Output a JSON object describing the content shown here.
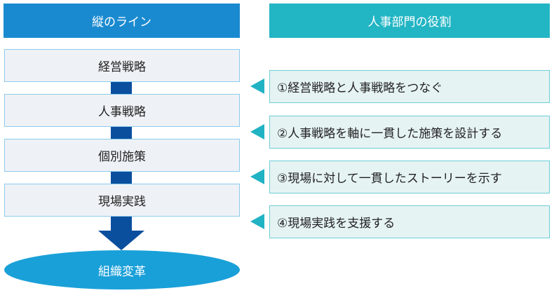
{
  "headers": {
    "left": "縦のライン",
    "right": "人事部門の役割"
  },
  "vertical_line": [
    "経営戦略",
    "人事戦略",
    "個別施策",
    "現場実践"
  ],
  "outcome": "組織変革",
  "roles": [
    "①経営戦略と人事戦略をつなぐ",
    "②人事戦略を軸に一貫した施策を設計する",
    "③現場に対して一貫したストーリーを示す",
    "④現場実践を支援する"
  ],
  "colors": {
    "left_header": "#1a8ad0",
    "right_header": "#22b5c4",
    "connector": "#0a4f9e",
    "ellipse": "#1aa0d8"
  }
}
